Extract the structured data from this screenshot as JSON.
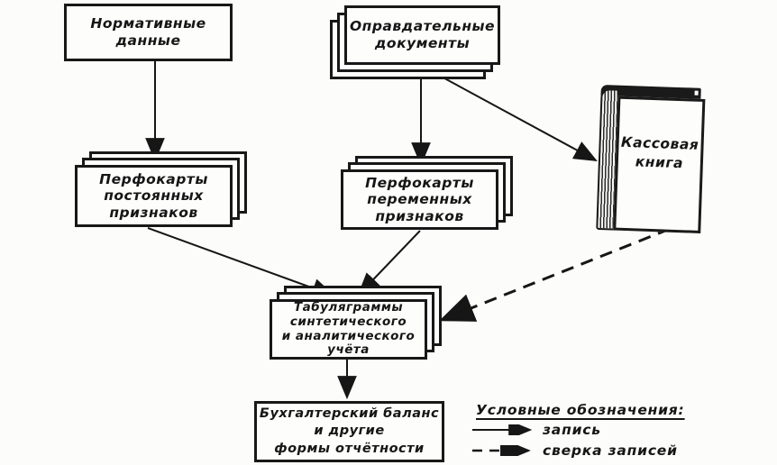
{
  "palette": {
    "background": "#fcfcfa",
    "ink": "#161616"
  },
  "nodes": {
    "normative": {
      "label": "Нормативные\nданные"
    },
    "documents": {
      "label": "Оправдательные\nдокументы"
    },
    "cash_book": {
      "label": "Кассовая\nкнига"
    },
    "perm_cards": {
      "label": "Перфокарты\nпостоянных\nпризнаков"
    },
    "var_cards": {
      "label": "Перфокарты\nпеременных\nпризнаков"
    },
    "tabulagrams": {
      "label": "Табуляграммы\nсинтетического\nи аналитического\nучёта"
    },
    "balance": {
      "label": "Бухгалтерский баланс\nи другие\nформы отчётности"
    }
  },
  "edges": [
    {
      "from": "normative",
      "to": "perm_cards",
      "style": "solid",
      "meaning": "запись"
    },
    {
      "from": "documents",
      "to": "var_cards",
      "style": "solid",
      "meaning": "запись"
    },
    {
      "from": "documents",
      "to": "cash_book",
      "style": "solid",
      "meaning": "запись"
    },
    {
      "from": "perm_cards",
      "to": "tabulagrams",
      "style": "solid",
      "meaning": "запись"
    },
    {
      "from": "var_cards",
      "to": "tabulagrams",
      "style": "solid",
      "meaning": "запись"
    },
    {
      "from": "cash_book",
      "to": "tabulagrams",
      "style": "dashed",
      "meaning": "сверка записей"
    },
    {
      "from": "tabulagrams",
      "to": "balance",
      "style": "solid",
      "meaning": "запись"
    }
  ],
  "legend": {
    "title": "Условные обозначения:",
    "items": [
      {
        "line_style": "solid",
        "label": "запись"
      },
      {
        "line_style": "dashed",
        "label": "сверка записей"
      }
    ]
  }
}
